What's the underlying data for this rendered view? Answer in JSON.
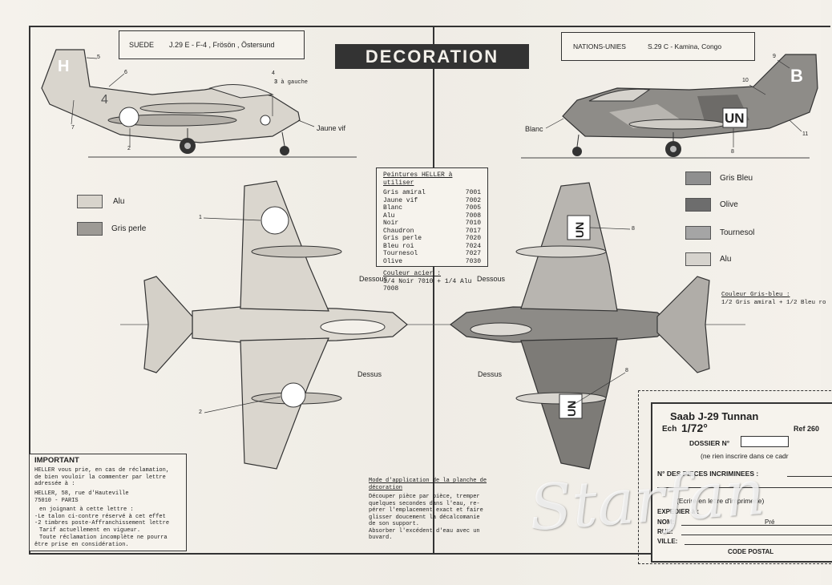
{
  "header": {
    "title": "DECORATION",
    "left_country": "SUEDE",
    "left_aircraft": "J.29 E - F-4 , Frösön , Östersund",
    "right_country": "NATIONS-UNIES",
    "right_aircraft": "S.29 C - Kamina, Congo"
  },
  "callouts": {
    "n1": "1",
    "n2": "2",
    "n3": "3",
    "n4": "4",
    "n5": "5",
    "n6": "6",
    "n7": "7",
    "n8": "8",
    "n9": "9",
    "n10": "10",
    "n11": "11",
    "a_gauche": "3 à gauche",
    "jaune_vif": "Jaune vif",
    "blanc": "Blanc",
    "tail_H": "H",
    "side_4": "4",
    "tail_B": "B",
    "un": "UN"
  },
  "views": {
    "dessous_left": "Dessous",
    "dessus_left": "Dessus",
    "dessous_right": "Dessous",
    "dessus_right": "Dessus"
  },
  "legend_left": [
    {
      "label": "Alu",
      "color": "#d8d4cc"
    },
    {
      "label": "Gris perle",
      "color": "#9d9a95"
    }
  ],
  "legend_right": [
    {
      "label": "Gris Bleu",
      "color": "#8f8f8f"
    },
    {
      "label": "Olive",
      "color": "#6d6d6d"
    },
    {
      "label": "Tournesol",
      "color": "#a5a5a5"
    },
    {
      "label": "Alu",
      "color": "#d6d3cd"
    }
  ],
  "paints": {
    "heading": "Peintures HELLER à utiliser",
    "rows": [
      {
        "name": "Gris amiral",
        "ref": "7001"
      },
      {
        "name": "Jaune vif",
        "ref": "7002"
      },
      {
        "name": "Blanc",
        "ref": "7005"
      },
      {
        "name": "Alu",
        "ref": "7008"
      },
      {
        "name": "Noir",
        "ref": "7010"
      },
      {
        "name": "Chaudron",
        "ref": "7017"
      },
      {
        "name": "Gris perle",
        "ref": "7020"
      },
      {
        "name": "Bleu roi",
        "ref": "7024"
      },
      {
        "name": "Tournesol",
        "ref": "7027"
      },
      {
        "name": "Olive",
        "ref": "7030"
      }
    ],
    "steel_heading": "Couleur acier :",
    "steel_mix": "3/4 Noir 7010 + 1/4 Alu 7008"
  },
  "grey_blue": {
    "heading": "Couleur Gris-bleu :",
    "mix": "1/2 Gris amiral + 1/2 Bleu ro"
  },
  "important": {
    "heading": "IMPORTANT",
    "line1": "HELLER vous prie, en cas de réclamation,",
    "line2": "de bien vouloir la commenter par lettre",
    "line3": "adressée à :",
    "addr1": "HELLER, 58, rue d'Hauteville",
    "addr2": "75010 - PARIS",
    "line4": "en joignant à cette lettre :",
    "line5": "-Le talon ci-contre  réservé à cet effet",
    "line6": "-2 timbres poste-Affranchissement lettre",
    "line7": "Tarif actuellement en vigueur.",
    "line8": "Toute réclamation incomplète ne pourra",
    "line9": "être prise en considération."
  },
  "instructions": {
    "heading1": "Mode d'application de la planche de",
    "heading2": "décoration",
    "l1": "Découper pièce par pièce, tremper",
    "l2": "quelques secondes dans l'eau, re-",
    "l3": "pérer l'emplacement exact et faire",
    "l4": "glisser doucement la décalcomanie",
    "l5": "de son support.",
    "l6": "Absorber l'excédent d'eau avec un",
    "l7": "buvard."
  },
  "form": {
    "model": "Saab J-29 Tunnan",
    "scale_prefix": "Ech",
    "scale": "1/72°",
    "ref": "Ref 260",
    "dossier": "DOSSIER N°",
    "note": "(ne rien inscrire dans ce cadr",
    "pieces": "N° DES PIECES INCRIMINEES :",
    "ecrire": "(Ecrire en lettre d'imprimerie)",
    "expedier": "EXPEDIER à :",
    "nom": "NOM:",
    "prenom": "Pré",
    "rue": "RUE:",
    "ville": "VILLE:",
    "code": "CODE POSTAL"
  },
  "watermark": "Starfan"
}
